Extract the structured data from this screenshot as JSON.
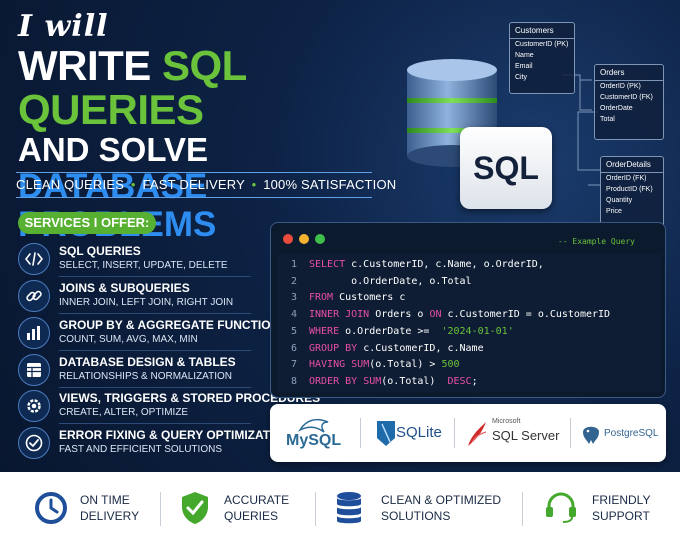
{
  "headline": {
    "line0": "I will",
    "line1_a": "WRITE",
    "line1_b": "SQL QUERIES",
    "line2": "AND SOLVE",
    "line3": "DATABASE PROBLEMS"
  },
  "tagline": {
    "a": "CLEAN QUERIES",
    "b": "FAST DELIVERY",
    "c": "100% SATISFACTION",
    "sep": "•"
  },
  "services": {
    "heading": "SERVICES I OFFER:",
    "items": [
      {
        "title": "SQL QUERIES",
        "desc": "SELECT, INSERT, UPDATE, DELETE",
        "icon": "code-icon"
      },
      {
        "title": "JOINS & SUBQUERIES",
        "desc": "INNER JOIN, LEFT JOIN, RIGHT JOIN",
        "icon": "link-icon"
      },
      {
        "title": "GROUP BY & AGGREGATE FUNCTIONS",
        "desc": "COUNT, SUM, AVG, MAX, MIN",
        "icon": "bar-chart-icon"
      },
      {
        "title": "DATABASE DESIGN & TABLES",
        "desc": "RELATIONSHIPS & NORMALIZATION",
        "icon": "table-icon"
      },
      {
        "title": "VIEWS, TRIGGERS & STORED PROCEDURES",
        "desc": "CREATE, ALTER, OPTIMIZE",
        "icon": "gear-icon"
      },
      {
        "title": "ERROR FIXING & QUERY OPTIMIZATION",
        "desc": "FAST AND EFFICIENT SOLUTIONS",
        "icon": "check-circle-icon"
      }
    ]
  },
  "sql_badge": "SQL",
  "schema": {
    "customers": {
      "name": "Customers",
      "fields": [
        "CustomerID (PK)",
        "Name",
        "Email",
        "City"
      ]
    },
    "orders": {
      "name": "Orders",
      "fields": [
        "OrderID (PK)",
        "CustomerID (FK)",
        "OrderDate",
        "Total"
      ]
    },
    "orderdetails": {
      "name": "OrderDetails",
      "fields": [
        "OrderID (FK)",
        "ProductID (FK)",
        "Quantity",
        "Price"
      ]
    }
  },
  "code": {
    "comment": "-- Example Query",
    "lines": [
      {
        "n": "1",
        "parts": [
          {
            "k": "kw",
            "t": "SELECT"
          },
          {
            "k": "",
            "t": " c.CustomerID, c.Name, o.OrderID,"
          }
        ]
      },
      {
        "n": "2",
        "parts": [
          {
            "k": "",
            "t": "       o.OrderDate, o.Total"
          }
        ]
      },
      {
        "n": "3",
        "parts": [
          {
            "k": "kw",
            "t": "FROM"
          },
          {
            "k": "",
            "t": " Customers c"
          }
        ]
      },
      {
        "n": "4",
        "parts": [
          {
            "k": "kw",
            "t": "INNER JOIN"
          },
          {
            "k": "",
            "t": " Orders o "
          },
          {
            "k": "kw",
            "t": "ON"
          },
          {
            "k": "",
            "t": " c.CustomerID = o.CustomerID"
          }
        ]
      },
      {
        "n": "5",
        "parts": [
          {
            "k": "kw",
            "t": "WHERE"
          },
          {
            "k": "",
            "t": " o.OrderDate >=  "
          },
          {
            "k": "str",
            "t": "'2024-01-01'"
          }
        ]
      },
      {
        "n": "6",
        "parts": [
          {
            "k": "kw",
            "t": "GROUP BY"
          },
          {
            "k": "",
            "t": " c.CustomerID, c.Name"
          }
        ]
      },
      {
        "n": "7",
        "parts": [
          {
            "k": "kw",
            "t": "HAVING"
          },
          {
            "k": "",
            "t": " "
          },
          {
            "k": "fn",
            "t": "SUM"
          },
          {
            "k": "",
            "t": "(o.Total) > "
          },
          {
            "k": "str",
            "t": "500"
          }
        ]
      },
      {
        "n": "8",
        "parts": [
          {
            "k": "kw",
            "t": "ORDER BY"
          },
          {
            "k": "",
            "t": " "
          },
          {
            "k": "fn",
            "t": "SUM"
          },
          {
            "k": "",
            "t": "(o.Total)  "
          },
          {
            "k": "kw",
            "t": "DESC"
          },
          {
            "k": "",
            "t": ";"
          }
        ]
      }
    ]
  },
  "databases": {
    "mysql": "MySQL",
    "sqlite": "SQLite",
    "sqlserver_small": "Microsoft",
    "sqlserver": "SQL Server",
    "postgres": "PostgreSQL"
  },
  "footer": [
    {
      "l1": "ON TIME",
      "l2": "DELIVERY",
      "icon": "clock-icon"
    },
    {
      "l1": "ACCURATE",
      "l2": "QUERIES",
      "icon": "shield-check-icon"
    },
    {
      "l1": "CLEAN & OPTIMIZED",
      "l2": "SOLUTIONS",
      "icon": "database-icon"
    },
    {
      "l1": "FRIENDLY",
      "l2": "SUPPORT",
      "icon": "headset-icon"
    }
  ],
  "colors": {
    "accent_green": "#6ac33a",
    "accent_blue": "#2e8df0",
    "keyword_pink": "#e84ea8",
    "navy": "#0b1a33"
  }
}
